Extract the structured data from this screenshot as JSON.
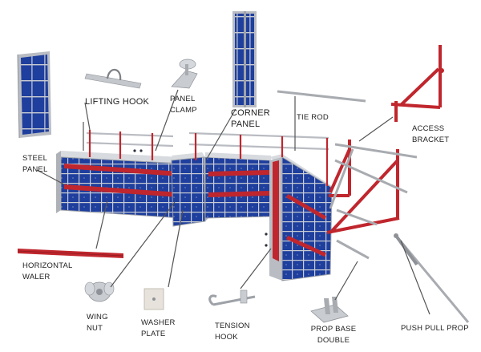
{
  "labels": {
    "lifting_hook": "Lifting Hook",
    "panel_clamp_1": "Panel",
    "panel_clamp_2": "Clamp",
    "corner_panel_1": "Corner",
    "corner_panel_2": "Panel",
    "tie_rod": "Tie Rod",
    "access_bracket_1": "Access",
    "access_bracket_2": "Bracket",
    "steel_panel_1": "Steel",
    "steel_panel_2": "Panel",
    "horizontal_waler_1": "Horizontal",
    "horizontal_waler_2": "Waler",
    "wing_nut_1": "Wing",
    "wing_nut_2": "Nut",
    "washer_plate_1": "Washer",
    "washer_plate_2": "Plate",
    "tension_hook_1": "Tension",
    "tension_hook_2": "Hook",
    "prop_base_1": "Prop Base",
    "prop_base_2": "Double",
    "push_pull_prop": "Push Pull Prop"
  },
  "colors": {
    "panel_blue": "#1f3f9e",
    "panel_frame": "#b9bcc2",
    "waler_red": "#c0262d",
    "steel_grey": "#8e9298",
    "leader_line": "#555555"
  }
}
